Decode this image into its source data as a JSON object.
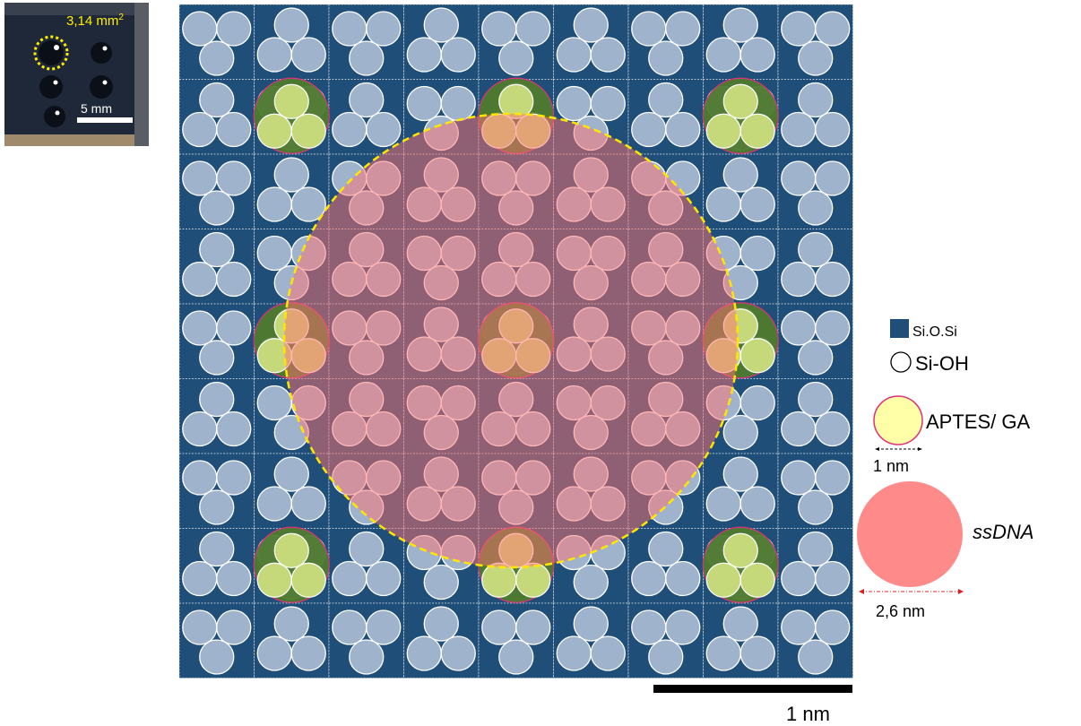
{
  "inset": {
    "area_label": "3,14 mm",
    "area_exp": "2",
    "scale_label": "5 mm"
  },
  "scale_bar": {
    "label": "1 nm"
  },
  "legend": {
    "siosi": "Si.O.Si",
    "sioh": "Si-OH",
    "aptes": "APTES/ GA",
    "aptes_size": "1 nm",
    "ssdna": "ssDNA",
    "ssdna_size": "2,6 nm"
  },
  "colors": {
    "tile": "#1f4e79",
    "tile_border": "#c9d3de",
    "sioh": "#9fb4cc",
    "aptes": "#ffffa8",
    "aptes_ring": "#e0307a",
    "ssdna": "#ff8080",
    "dashed": "#ffe600"
  },
  "grid": {
    "rows": 9,
    "cols": 9
  },
  "aptes_sites": [
    [
      1,
      1
    ],
    [
      1,
      4
    ],
    [
      1,
      7
    ],
    [
      4,
      1
    ],
    [
      4,
      4
    ],
    [
      4,
      7
    ],
    [
      7,
      1
    ],
    [
      7,
      4
    ],
    [
      7,
      7
    ]
  ]
}
